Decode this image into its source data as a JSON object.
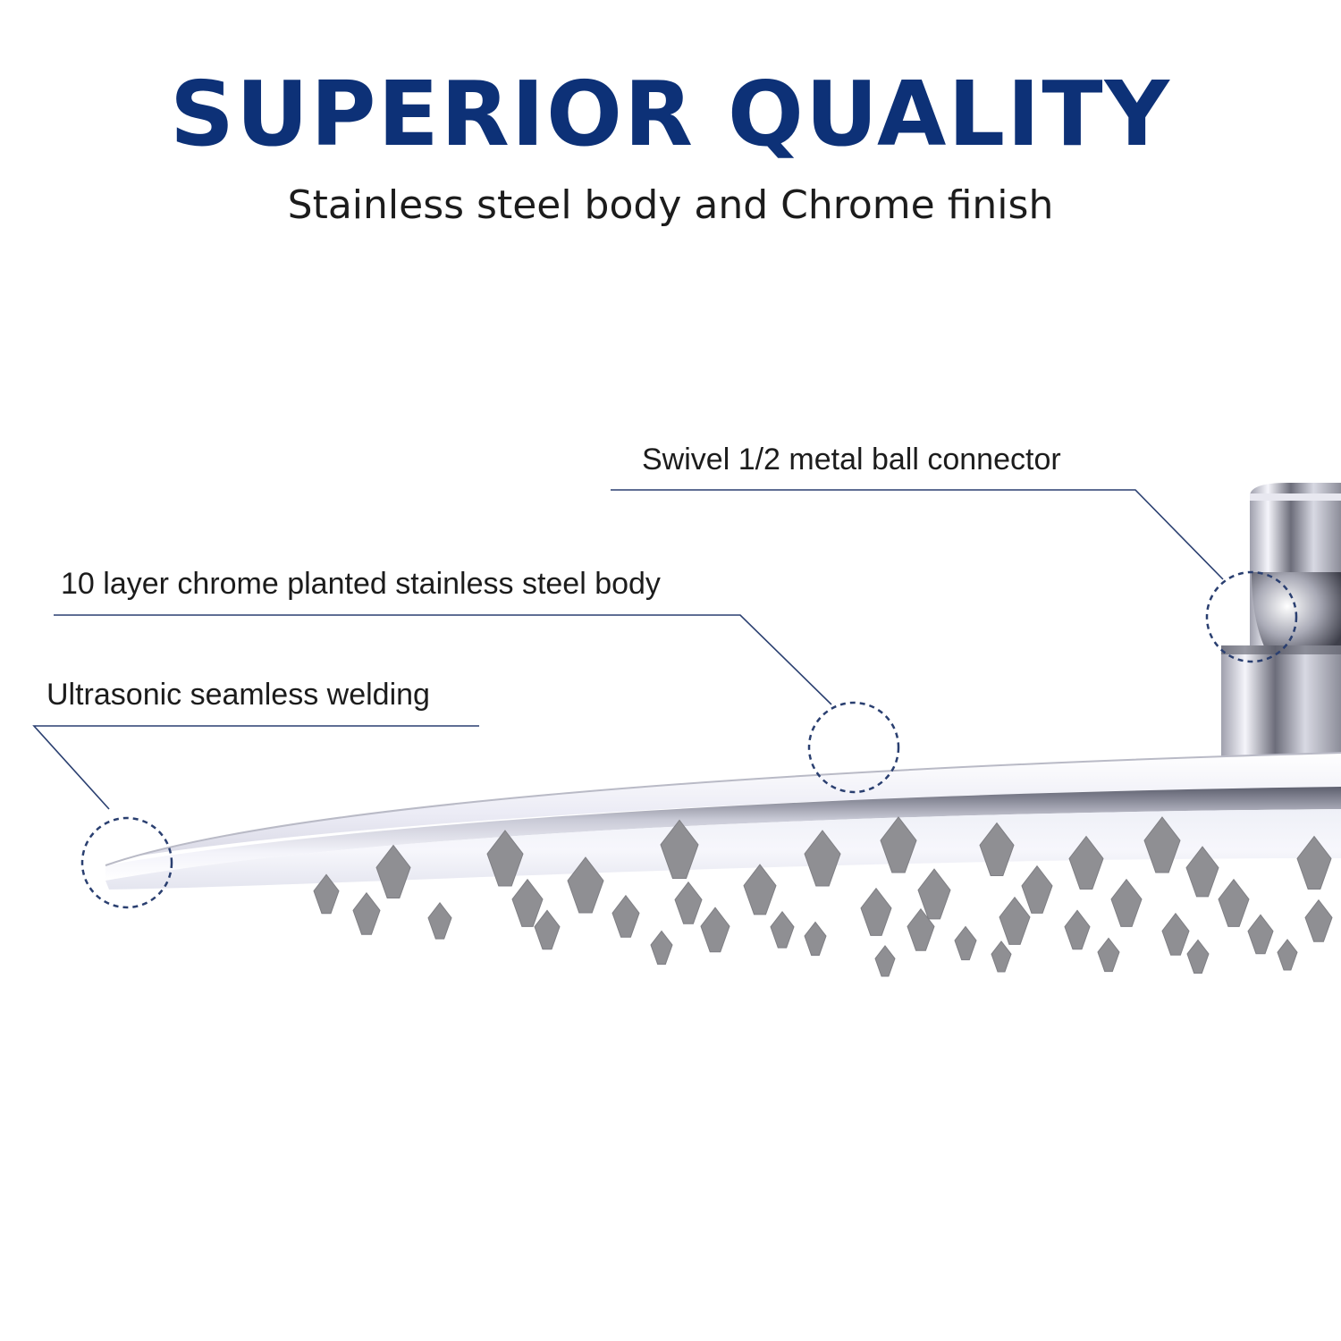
{
  "headline": "SUPERIOR QUALITY",
  "subheadline": "Stainless steel body and Chrome finish",
  "callouts": {
    "connector": "Swivel 1/2 metal ball connector",
    "body": "10 layer chrome planted stainless steel body",
    "welding": "Ultrasonic seamless welding"
  },
  "colors": {
    "headline": "#0d3177",
    "text": "#1c1c1c",
    "leader_line": "#2a3f70",
    "nozzle": "#8f8f93",
    "chrome_light": "#f4f4fa",
    "chrome_dark": "#7a7b88"
  }
}
